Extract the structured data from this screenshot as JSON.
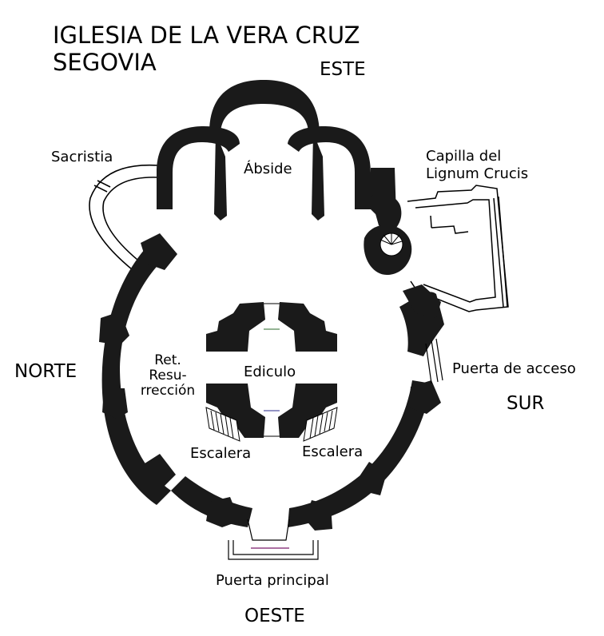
{
  "title": {
    "line1": "IGLESIA DE LA VERA CRUZ",
    "line2": "SEGOVIA"
  },
  "directions": {
    "east": "ESTE",
    "west": "OESTE",
    "north": "NORTE",
    "south": "SUR"
  },
  "rooms": {
    "sacristy": "Sacristia",
    "apse": "Ábside",
    "chapel_line1": "Capilla del",
    "chapel_line2": "Lignum Crucis",
    "access_door": "Puerta de acceso",
    "main_door": "Puerta principal",
    "edicule": "Ediculo",
    "retablo_line1": "Ret.",
    "retablo_line2": "Resu-",
    "retablo_line3": "rrección",
    "stair_left": "Escalera",
    "stair_right": "Escalera"
  },
  "colors": {
    "wall": "#1a1a1a",
    "paper": "#ffffff",
    "line": "#000000"
  }
}
